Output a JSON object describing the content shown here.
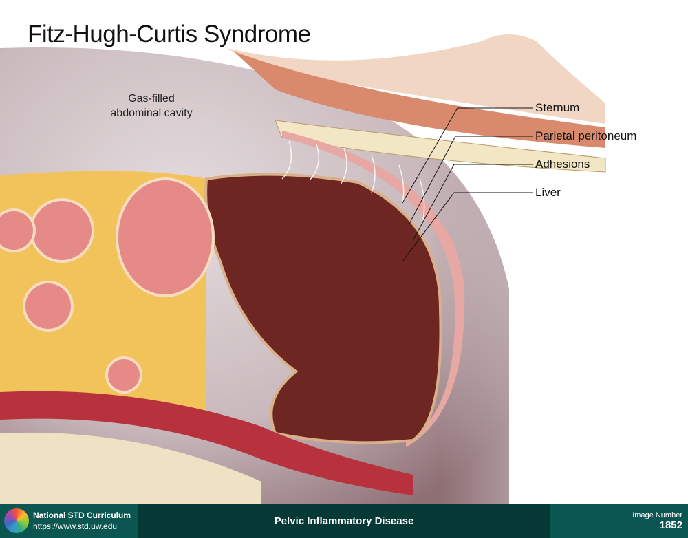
{
  "title": "Fitz-Hugh-Curtis Syndrome",
  "annotations": {
    "gas_line1": "Gas-filled",
    "gas_line2": "abdominal cavity"
  },
  "labels": [
    "Sternum",
    "Parietal peritoneum",
    "Adhesions",
    "Liver"
  ],
  "footer": {
    "org_name": "National STD Curriculum",
    "org_url": "https://www.std.uw.edu",
    "topic": "Pelvic Inflammatory Disease",
    "image_number_label": "Image Number",
    "image_number": "1852"
  },
  "colors": {
    "footer_teal": "#0b5650",
    "footer_dark": "#043935",
    "liver": "#6e2622"
  }
}
